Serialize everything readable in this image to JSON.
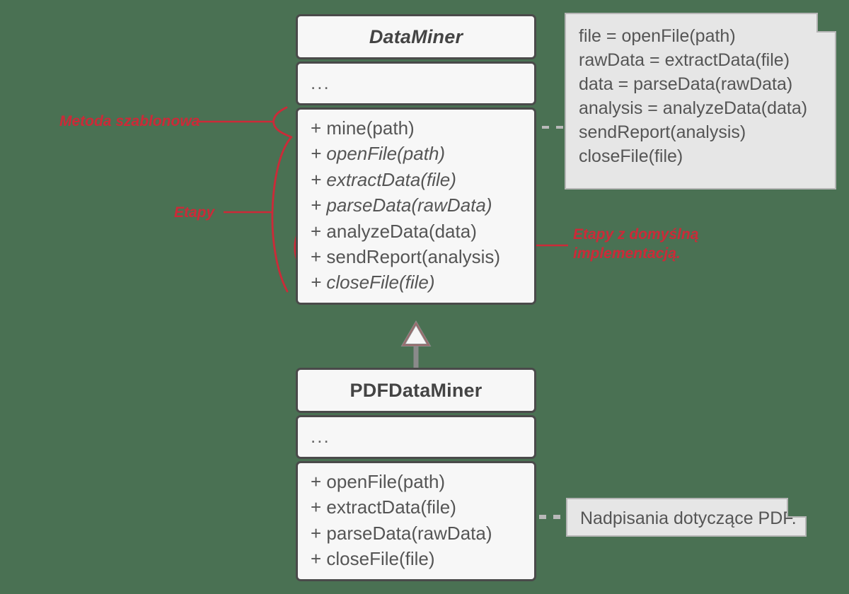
{
  "canvas": {
    "background_color": "#4a7153",
    "accent_color": "#cc2a38",
    "box_border_color": "#4a4a4a",
    "box_fill_color": "#f7f7f7",
    "note_fill_color": "#e6e6e6",
    "highlight_fill_color": "#f9e3e2"
  },
  "diagram": {
    "type": "uml-class-diagram",
    "classes": [
      {
        "id": "dataminer",
        "name": "DataMiner",
        "abstract": true,
        "attributes": "...",
        "operations": [
          {
            "label": "+ mine(path)",
            "abstract": false
          },
          {
            "label": "+ openFile(path)",
            "abstract": true
          },
          {
            "label": "+ extractData(file)",
            "abstract": true
          },
          {
            "label": "+ parseData(rawData)",
            "abstract": true
          },
          {
            "label": "+ analyzeData(data)",
            "abstract": false
          },
          {
            "label": "+ sendReport(analysis)",
            "abstract": false
          },
          {
            "label": "+ closeFile(file)",
            "abstract": true
          }
        ]
      },
      {
        "id": "pdfdataminer",
        "name": "PDFDataMiner",
        "abstract": false,
        "attributes": "...",
        "operations": [
          {
            "label": "+ openFile(path)",
            "abstract": false
          },
          {
            "label": "+ extractData(file)",
            "abstract": false
          },
          {
            "label": "+ parseData(rawData)",
            "abstract": false
          },
          {
            "label": "+ closeFile(file)",
            "abstract": false
          }
        ]
      }
    ],
    "notes": [
      {
        "id": "mine-body-note",
        "lines": [
          "file = openFile(path)",
          "rawData = extractData(file)",
          "data = parseData(rawData)",
          "analysis = analyzeData(data)",
          "sendReport(analysis)",
          "closeFile(file)"
        ]
      },
      {
        "id": "pdf-overrides-note",
        "lines": [
          "Nadpisania dotyczące PDF."
        ]
      }
    ],
    "annotations": [
      {
        "id": "template-method",
        "text": "Metoda szablonowa"
      },
      {
        "id": "steps",
        "text": "Etapy"
      },
      {
        "id": "steps-with-default-impl",
        "text": "Etapy z domyślną\nimplementacją."
      }
    ],
    "relationship": {
      "kind": "generalization",
      "from": "PDFDataMiner",
      "to": "DataMiner"
    }
  }
}
